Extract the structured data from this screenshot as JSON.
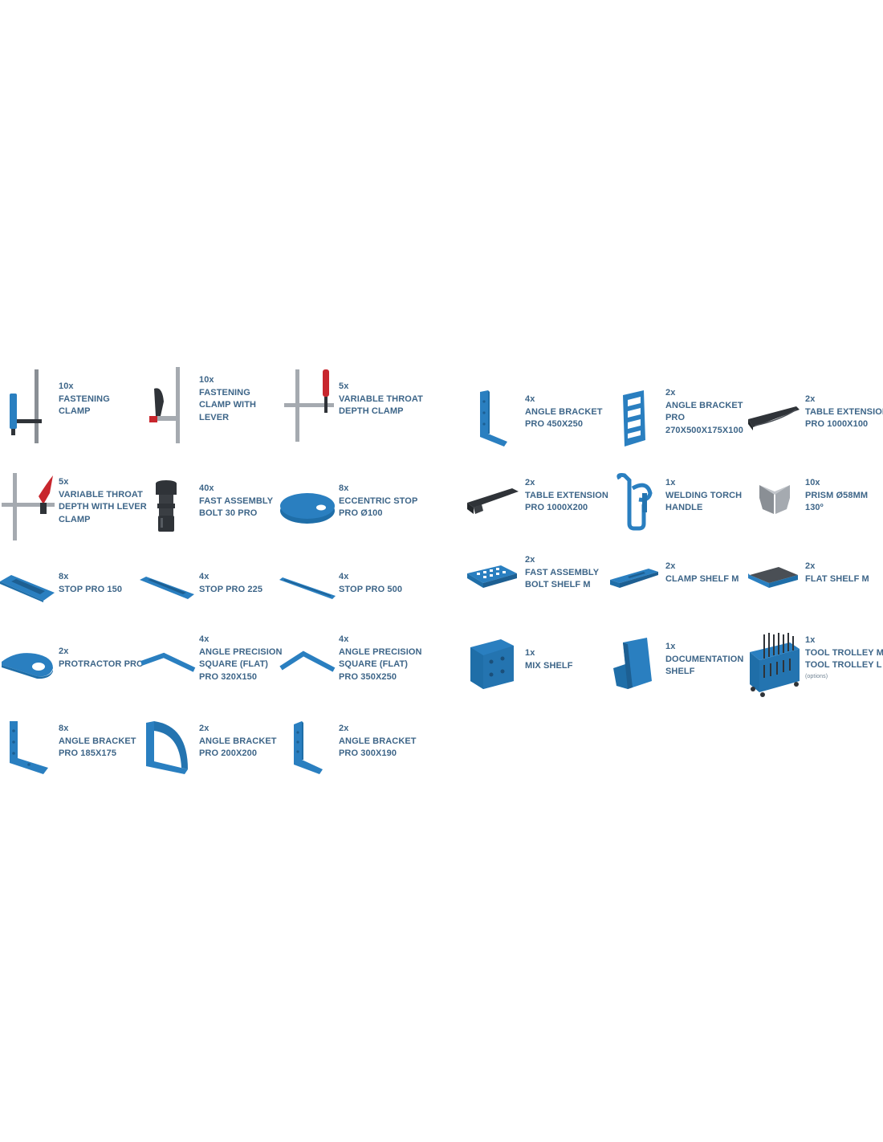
{
  "colors": {
    "text": "#3d6588",
    "part_blue": "#2a7fc0",
    "part_dark": "#2f3338",
    "part_gray": "#8a8f95",
    "accent_red": "#c8262d"
  },
  "items": [
    {
      "qty": "10x",
      "lines": [
        "FASTENING",
        "CLAMP"
      ],
      "icon": "fastening-clamp-icon"
    },
    {
      "qty": "10x",
      "lines": [
        "FASTENING",
        "CLAMP WITH",
        "LEVER"
      ],
      "icon": "fastening-clamp-lever-icon"
    },
    {
      "qty": "5x",
      "lines": [
        "VARIABLE THROAT",
        "DEPTH CLAMP"
      ],
      "icon": "variable-throat-clamp-icon"
    },
    {
      "qty": "4x",
      "lines": [
        "ANGLE BRACKET",
        "PRO 450X250"
      ],
      "icon": "angle-bracket-icon"
    },
    {
      "qty": "2x",
      "lines": [
        "ANGLE BRACKET",
        "PRO",
        "270X500X175X100"
      ],
      "icon": "angle-bracket-pro-icon"
    },
    {
      "qty": "2x",
      "lines": [
        "TABLE EXTENSION",
        "PRO 1000X100"
      ],
      "icon": "table-extension-icon"
    },
    {
      "qty": "5x",
      "lines": [
        "VARIABLE THROAT",
        "DEPTH WITH LEVER",
        "CLAMP"
      ],
      "icon": "variable-throat-lever-clamp-icon"
    },
    {
      "qty": "40x",
      "lines": [
        "FAST ASSEMBLY",
        "BOLT 30 PRO"
      ],
      "icon": "assembly-bolt-icon"
    },
    {
      "qty": "8x",
      "lines": [
        "ECCENTRIC STOP",
        "PRO Ø100"
      ],
      "icon": "eccentric-stop-icon"
    },
    {
      "qty": "2x",
      "lines": [
        "TABLE EXTENSION",
        "PRO 1000X200"
      ],
      "icon": "table-extension-wide-icon"
    },
    {
      "qty": "1x",
      "lines": [
        "WELDING TORCH",
        "HANDLE"
      ],
      "icon": "welding-torch-handle-icon"
    },
    {
      "qty": "10x",
      "lines": [
        "PRISM Ø58MM",
        "130º"
      ],
      "icon": "prism-icon"
    },
    {
      "qty": "8x",
      "lines": [
        "STOP PRO 150"
      ],
      "icon": "stop-short-icon"
    },
    {
      "qty": "4x",
      "lines": [
        "STOP PRO 225"
      ],
      "icon": "stop-medium-icon"
    },
    {
      "qty": "4x",
      "lines": [
        "STOP PRO 500"
      ],
      "icon": "stop-long-icon"
    },
    {
      "qty": "2x",
      "lines": [
        "FAST ASSEMBLY",
        "BOLT SHELF M"
      ],
      "icon": "bolt-shelf-icon"
    },
    {
      "qty": "2x",
      "lines": [
        "CLAMP SHELF M"
      ],
      "icon": "clamp-shelf-icon"
    },
    {
      "qty": "2x",
      "lines": [
        "FLAT SHELF M"
      ],
      "icon": "flat-shelf-icon"
    },
    {
      "qty": "2x",
      "lines": [
        "PROTRACTOR PRO"
      ],
      "icon": "protractor-icon"
    },
    {
      "qty": "4x",
      "lines": [
        "ANGLE PRECISION",
        "SQUARE (FLAT)",
        "PRO 320X150"
      ],
      "icon": "precision-square-icon"
    },
    {
      "qty": "4x",
      "lines": [
        "ANGLE PRECISION",
        "SQUARE (FLAT)",
        "PRO 350X250"
      ],
      "icon": "precision-square-large-icon"
    },
    {
      "qty": "1x",
      "lines": [
        "MIX SHELF"
      ],
      "icon": "mix-shelf-icon"
    },
    {
      "qty": "1x",
      "lines": [
        "DOCUMENTATION",
        "SHELF"
      ],
      "icon": "documentation-shelf-icon"
    },
    {
      "qty": "1x",
      "lines": [
        "TOOL TROLLEY M /",
        "TOOL TROLLEY L"
      ],
      "note": "(options)",
      "icon": "tool-trolley-icon"
    },
    {
      "qty": "8x",
      "lines": [
        "ANGLE BRACKET",
        "PRO 185X175"
      ],
      "icon": "angle-bracket-small-icon"
    },
    {
      "qty": "2x",
      "lines": [
        "ANGLE BRACKET",
        "PRO 200X200"
      ],
      "icon": "angle-bracket-gusset-icon"
    },
    {
      "qty": "2x",
      "lines": [
        "ANGLE BRACKET",
        "PRO 300X190"
      ],
      "icon": "angle-bracket-tall-icon"
    }
  ]
}
